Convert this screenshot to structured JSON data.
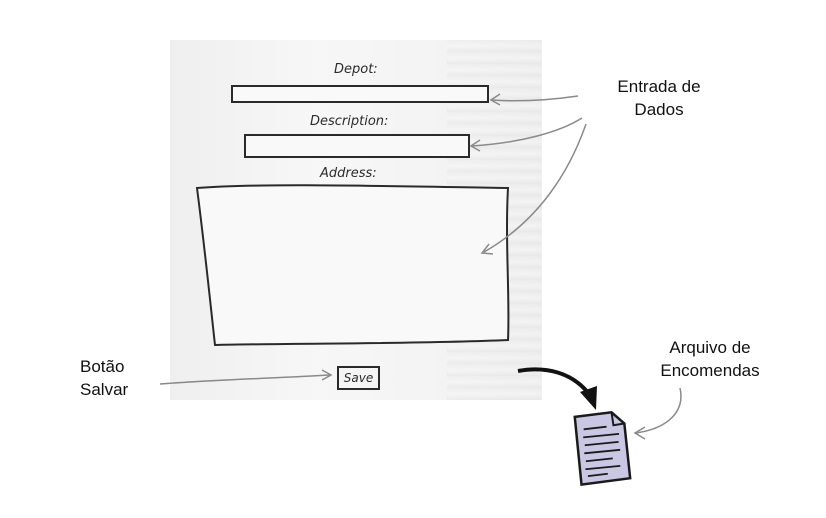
{
  "form": {
    "depot_label": "Depot:",
    "description_label": "Description:",
    "address_label": "Address:",
    "save_label": "Save"
  },
  "callouts": {
    "data_entry": [
      "Entrada de",
      "Dados"
    ],
    "save_button": [
      "Botão",
      "Salvar"
    ],
    "orders_file": [
      "Arquivo de",
      "Encomendas"
    ]
  },
  "icons": {
    "document": "document-icon",
    "curved_arrow": "curved-arrow-icon"
  },
  "colors": {
    "ink": "#2a2a2a",
    "document_fill": "#c9c7e3",
    "arrow_line": "#8a8a8a"
  }
}
